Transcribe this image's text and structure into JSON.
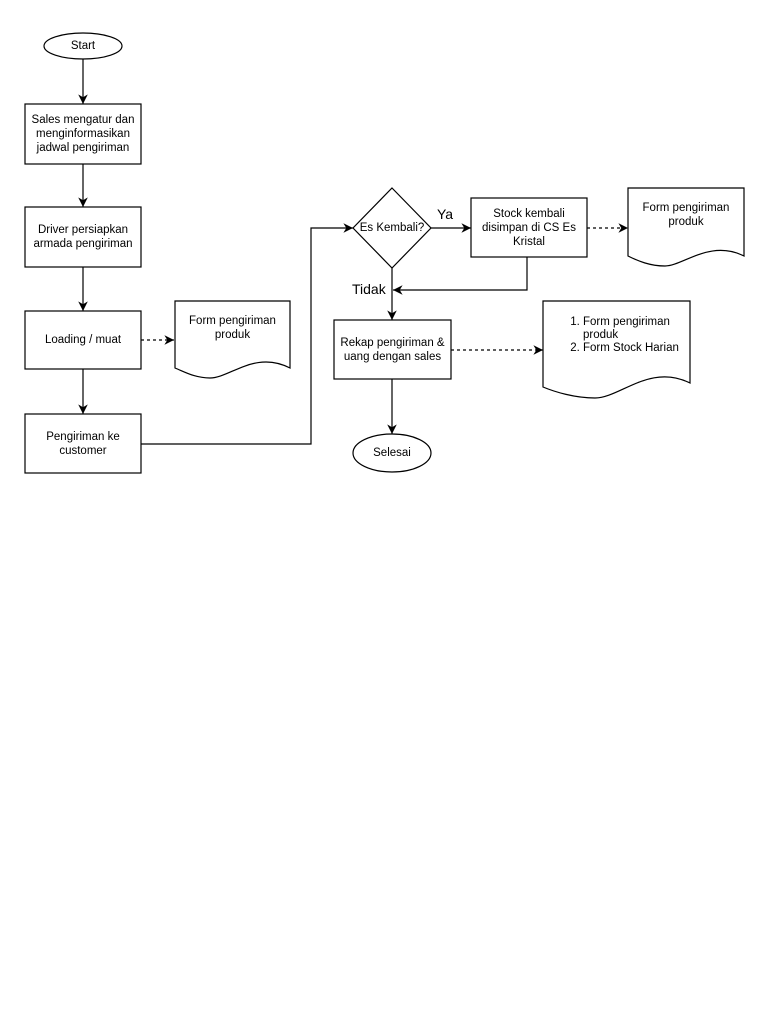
{
  "nodes": {
    "start": "Start",
    "sales": "Sales mengatur dan menginformasikan jadwal pengiriman",
    "driver": "Driver persiapkan armada pengiriman",
    "loading": "Loading / muat",
    "doc_form_1": "Form pengiriman produk",
    "pengiriman": "Pengiriman ke customer",
    "decision": "Es Kembali?",
    "stock": "Stock kembali disimpan di CS Es Kristal",
    "doc_form_2": "Form pengiriman produk",
    "rekap": "Rekap pengiriman & uang dengan sales",
    "doc_list": [
      "Form pengiriman produk",
      "Form Stock Harian"
    ],
    "end": "Selesai"
  },
  "edges": {
    "yes": "Ya",
    "no": "Tidak"
  }
}
